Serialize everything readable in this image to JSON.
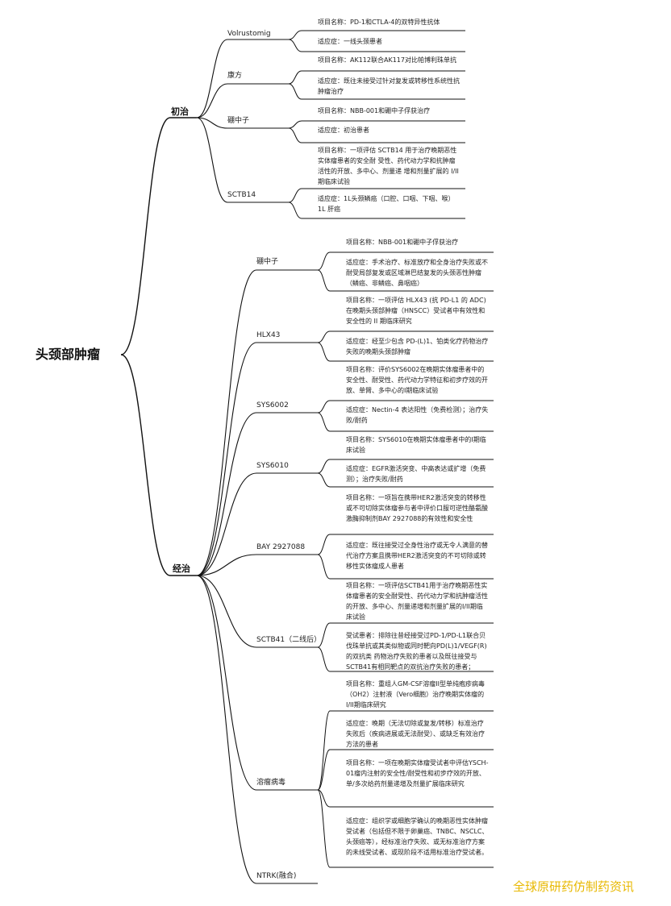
{
  "root": "头颈部肿瘤",
  "branches": [
    {
      "label": "初治",
      "drugs": [
        {
          "name": "Volrustomig",
          "leaves": [
            "项目名称：PD-1和CTLA-4的双特异性抗体",
            "适应症：一线头颈患者"
          ]
        },
        {
          "name": "康方",
          "leaves": [
            "项目名称：AK112联合AK117对比帕博利珠单抗",
            "适应症：既往未接受过针对复发或转移性系统性抗肿瘤治疗"
          ]
        },
        {
          "name": "硼中子",
          "leaves": [
            "项目名称：NBB-001和硼中子俘获治疗",
            "适应症：初治患者"
          ]
        },
        {
          "name": "SCTB14",
          "leaves": [
            "项目名称：一项评估 SCTB14 用于治疗晚期恶性实体瘤患者的安全耐 受性、药代动力学和抗肿瘤活性的开放、多中心、剂量递 增和剂量扩展的 I/II期临床试验",
            "适应症：1L头颈鳞癌（口腔、口咽、下咽、喉）1L 肝癌"
          ]
        }
      ]
    },
    {
      "label": "经治",
      "drugs": [
        {
          "name": "硼中子",
          "leaves": [
            "项目名称：NBB-001和硼中子俘获治疗",
            "适应症：手术治疗、标准放疗和全身治疗失败或不耐受局部复发或区域淋巴结复发的头颈恶性肿瘤（鳞癌、非鳞癌、鼻咽癌）"
          ]
        },
        {
          "name": "HLX43",
          "leaves": [
            "项目名称：一项评估 HLX43 (抗 PD-L1 的 ADC) 在晚期头颈部肿瘤（HNSCC）受试者中有效性和安全性的 II 期临床研究",
            "适应症：经至少包含 PD-(L)1、铂类化疗药物治疗失败的晚期头颈部肿瘤"
          ]
        },
        {
          "name": "SYS6002",
          "leaves": [
            "项目名称：评价SYS6002在晚期实体瘤患者中的安全性、耐受性、药代动力学特征和初步疗效的开放、单臂、多中心的I期临床试验",
            "适应症：Nectin-4 表达阳性（免费检测）；治疗失败/耐药"
          ]
        },
        {
          "name": "SYS6010",
          "leaves": [
            "项目名称：SYS6010在晚期实体瘤患者中的I期临床试验",
            "适应症：EGFR激活突变、中高表达或扩增（免费测）；治疗失败/耐药"
          ]
        },
        {
          "name": "BAY 2927088",
          "leaves": [
            "项目名称：一项旨在携带HER2激活突变的转移性或不可切除实体瘤参与者中评价口服可逆性酪氨酸激酶抑制剂BAY 2927088的有效性和安全性",
            "适应症：既往接受过全身性治疗或无令人满意的替代治疗方案且携带HER2激活突变的不可切除或转移性实体瘤成人患者"
          ]
        },
        {
          "name": "SCTB41（二线后）",
          "leaves": [
            "项目名称：一项评估SCTB41用于治疗晚期恶性实体瘤患者的安全耐受性、药代动力学和抗肿瘤活性的开放、多中心、剂量递增和剂量扩展的I/II期临床试验",
            "受试患者：排除往昔经接受过PD-1/PD-L1联合贝伐珠单抗或其类似物或同时靶向PD(L)1/VEGF(R)的双抗类 药物治疗失败的患者以及既往接受与SCTB41有相同靶点的双抗治疗失败的患者；"
          ]
        },
        {
          "name": "溶瘤病毒",
          "leaves": [
            "项目名称：重组人GM-CSF溶瘤II型单纯疱疹病毒（OH2）注射液（Vero细胞）治疗晚期实体瘤的I/II期临床研究",
            "适应症：晚期（无法切除或复发/转移）标准治疗失败后（疾病进展或无法耐受）、或缺乏有效治疗方法的患者",
            "项目名称：一项在晚期实体瘤受试者中评估YSCH-01瘤内注射的安全性/耐受性和初步疗效的开放、单/多次给药剂量递增及剂量扩展临床研究",
            "适应症：组织学或细胞学确认的晚期恶性实体肿瘤受试者（包括但不限于卵巢癌、TNBC、NSCLC、头颈癌等），经标准治疗失败、或无标准治疗方案的未线受试者、或现阶段不适用标准治疗受试者。"
          ]
        },
        {
          "name": "NTRK(融合)",
          "leaves": []
        }
      ]
    }
  ],
  "watermark": "全球原研药仿制药资讯"
}
